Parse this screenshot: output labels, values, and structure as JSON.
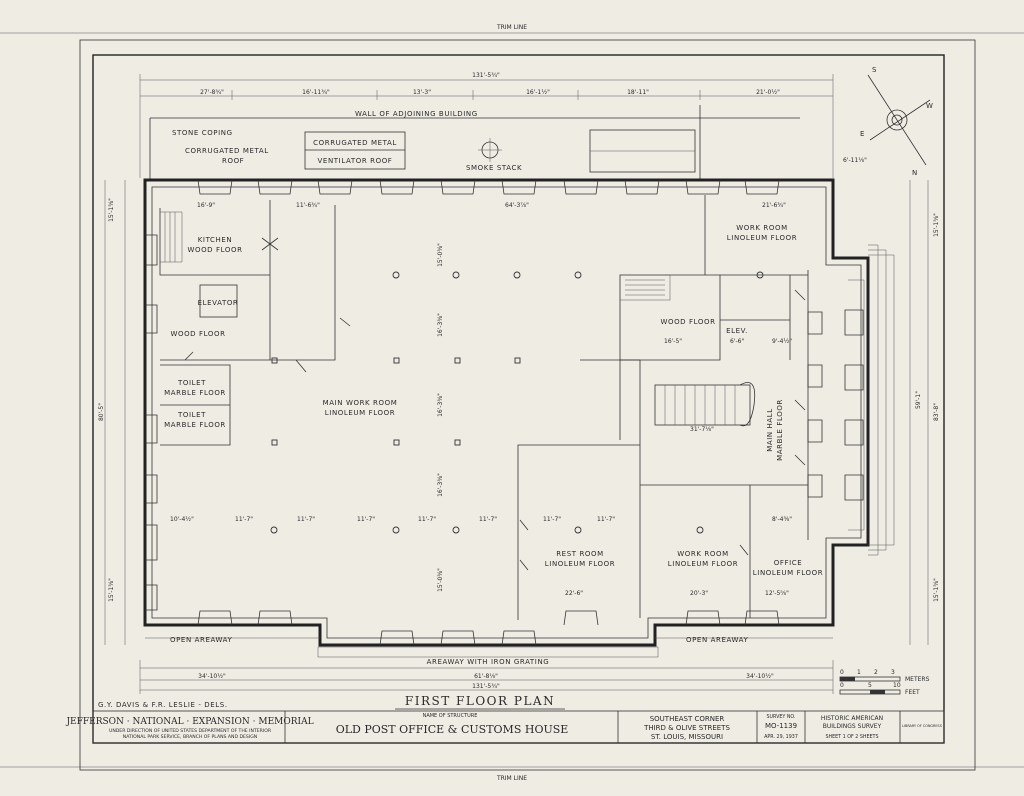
{
  "trim_line_top": "TRIM LINE",
  "trim_line_bottom": "TRIM LINE",
  "plan_title": "FIRST FLOOR PLAN",
  "delineators": "G.Y. DAVIS & F.R. LESLIE - DELS.",
  "project_name": "JEFFERSON · NATIONAL · EXPANSION · MEMORIAL",
  "project_sub_1": "UNDER DIRECTION OF UNITED STATES DEPARTMENT OF THE INTERIOR",
  "project_sub_2": "NATIONAL PARK SERVICE, BRANCH OF PLANS AND DESIGN",
  "structure_label": "NAME OF STRUCTURE",
  "structure_name": "OLD POST OFFICE & CUSTOMS HOUSE",
  "location_1": "SOUTHEAST CORNER",
  "location_2": "THIRD & OLIVE STREETS",
  "location_3": "ST. LOUIS, MISSOURI",
  "survey_label": "SURVEY NO.",
  "survey_no": "MO-1139",
  "survey_date": "APR. 29, 1937",
  "habs_1": "HISTORIC AMERICAN",
  "habs_2": "BUILDINGS SURVEY",
  "sheet_text": "SHEET 1 OF 2 SHEETS",
  "library_stamp": "LIBRARY OF CONGRESS",
  "scale_meters": "METERS",
  "scale_feet": "FEET",
  "scale_m_ticks": [
    "0",
    "1",
    "2",
    "3"
  ],
  "scale_f_ticks": [
    "0",
    "5",
    "10"
  ],
  "compass": {
    "n": "N",
    "s": "S",
    "e": "E",
    "w": "W"
  },
  "annotations": {
    "wall_adjoining": "WALL OF ADJOINING BUILDING",
    "stone_coping": "STONE COPING",
    "corrugated_roof_1": "CORRUGATED METAL",
    "corrugated_roof_2": "ROOF",
    "corrugated_metal": "CORRUGATED METAL",
    "ventilator_roof": "VENTILATOR ROOF",
    "smoke_stack": "SMOKE STACK",
    "open_areaway_left": "OPEN AREAWAY",
    "open_areaway_right": "OPEN AREAWAY",
    "areaway_grating": "AREAWAY WITH IRON GRATING"
  },
  "rooms": {
    "kitchen_1": "KITCHEN",
    "kitchen_2": "WOOD FLOOR",
    "elevator": "ELEVATOR",
    "wood_floor_left": "WOOD FLOOR",
    "toilet1_1": "TOILET",
    "toilet1_2": "MARBLE FLOOR",
    "toilet2_1": "TOILET",
    "toilet2_2": "MARBLE FLOOR",
    "main_work_1": "MAIN WORK ROOM",
    "main_work_2": "LINOLEUM FLOOR",
    "work_room_ne_1": "WORK ROOM",
    "work_room_ne_2": "LINOLEUM FLOOR",
    "wood_floor_right": "WOOD FLOOR",
    "elev": "ELEV.",
    "main_hall_1": "MAIN HALL",
    "main_hall_2": "MARBLE FLOOR",
    "rest_room_1": "REST ROOM",
    "rest_room_2": "LINOLEUM FLOOR",
    "work_room_s_1": "WORK ROOM",
    "work_room_s_2": "LINOLEUM FLOOR",
    "office_1": "OFFICE",
    "office_2": "LINOLEUM FLOOR"
  },
  "dims": {
    "overall_width": "131'-5¾\"",
    "top_1": "27'-8¾\"",
    "top_2": "16'-11¾\"",
    "top_3": "13'-3\"",
    "top_4": "16'-1½\"",
    "top_5": "18'-11\"",
    "top_6": "21'-0½\"",
    "in_1": "16'-9\"",
    "in_2": "11'-6¾\"",
    "in_3": "64'-3⅞\"",
    "in_4": "21'-6¾\"",
    "in_5": "6'-11⅛\"",
    "bay_1": "10'-4½\"",
    "bay_2": "11'-7\"",
    "bay_3": "11'-7\"",
    "bay_4": "11'-7\"",
    "bay_5": "11'-7\"",
    "bay_6": "11'-7\"",
    "bay_7": "11'-7\"",
    "bay_8": "11'-7\"",
    "bay_9": "8'-4⅜\"",
    "wr_1": "16'-5\"",
    "wr_2": "6'-6\"",
    "wr_3": "9'-4½\"",
    "wr_4": "31'-7⅛\"",
    "wr_5": "22'-6\"",
    "wr_6": "20'-3\"",
    "wr_7": "12'-5⅝\"",
    "v_1": "15'-0⅜\"",
    "v_2": "16'-3⅜\"",
    "v_3": "16'-3⅜\"",
    "v_4": "16'-3⅜\"",
    "v_5": "15'-0⅜\"",
    "bottom_1": "34'-10½\"",
    "bottom_2": "61'-8⅛\"",
    "bottom_3": "34'-10½\"",
    "overall_bottom": "131'-5¾\"",
    "left_total": "80'-5\"",
    "right_total": "83'-8\"",
    "right_2": "59'-1\"",
    "left_top": "15'-1⅝\"",
    "left_bottom": "15'-1⅝\"",
    "right_top": "15'-1⅝\"",
    "right_bottom": "15'-1⅝\""
  }
}
